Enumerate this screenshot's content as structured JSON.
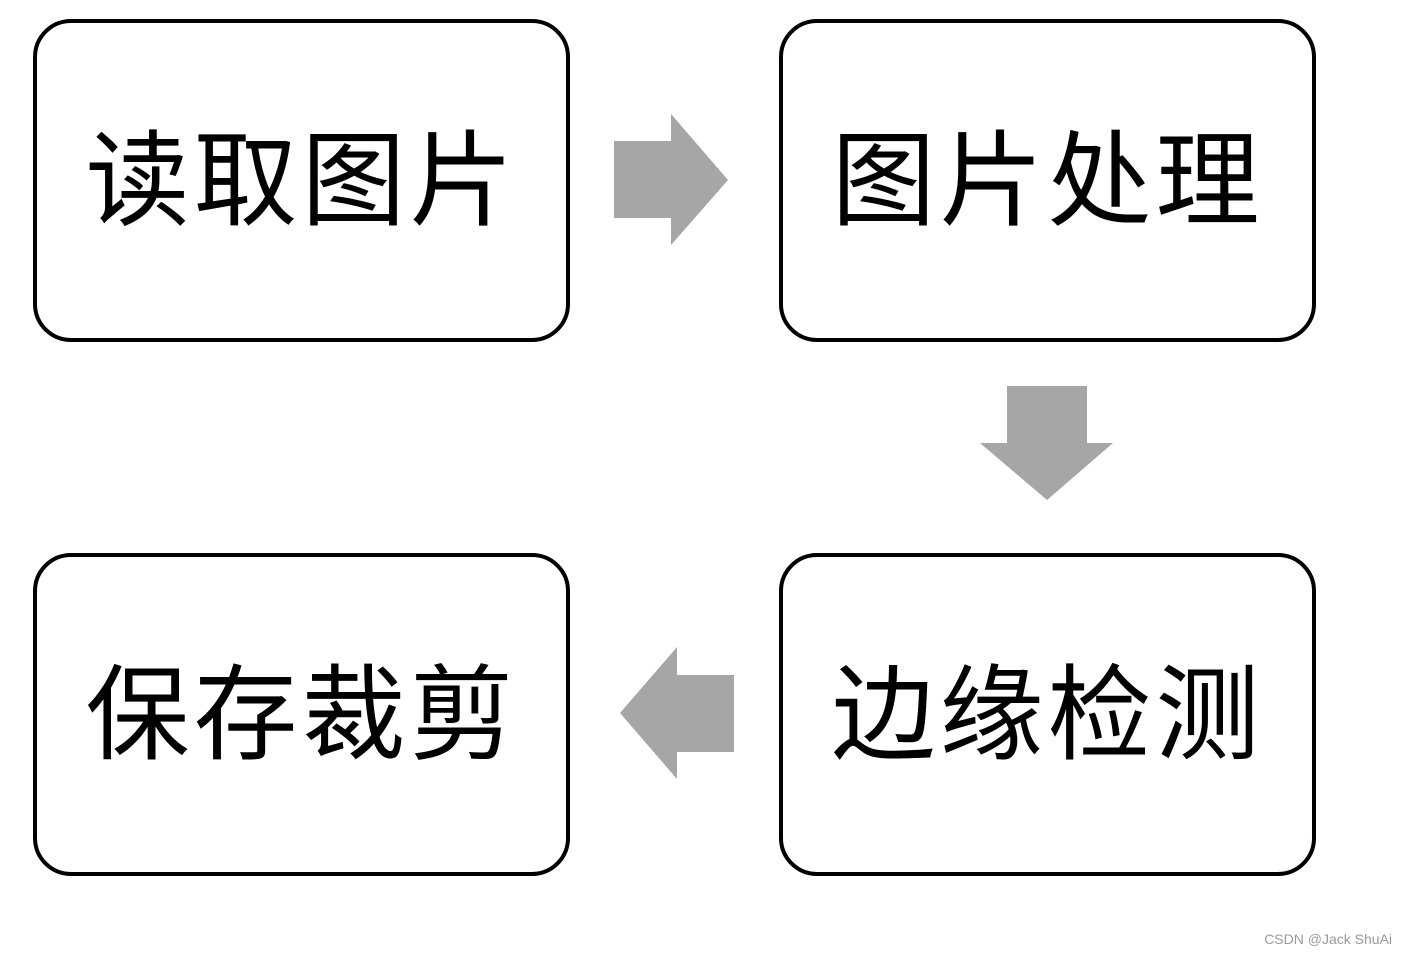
{
  "steps": [
    {
      "label": "读取图片"
    },
    {
      "label": "图片处理"
    },
    {
      "label": "边缘检测"
    },
    {
      "label": "保存裁剪"
    }
  ],
  "arrow_color": "#a6a6a6",
  "box_border_color": "#000000",
  "watermark": "CSDN @Jack ShuAi"
}
